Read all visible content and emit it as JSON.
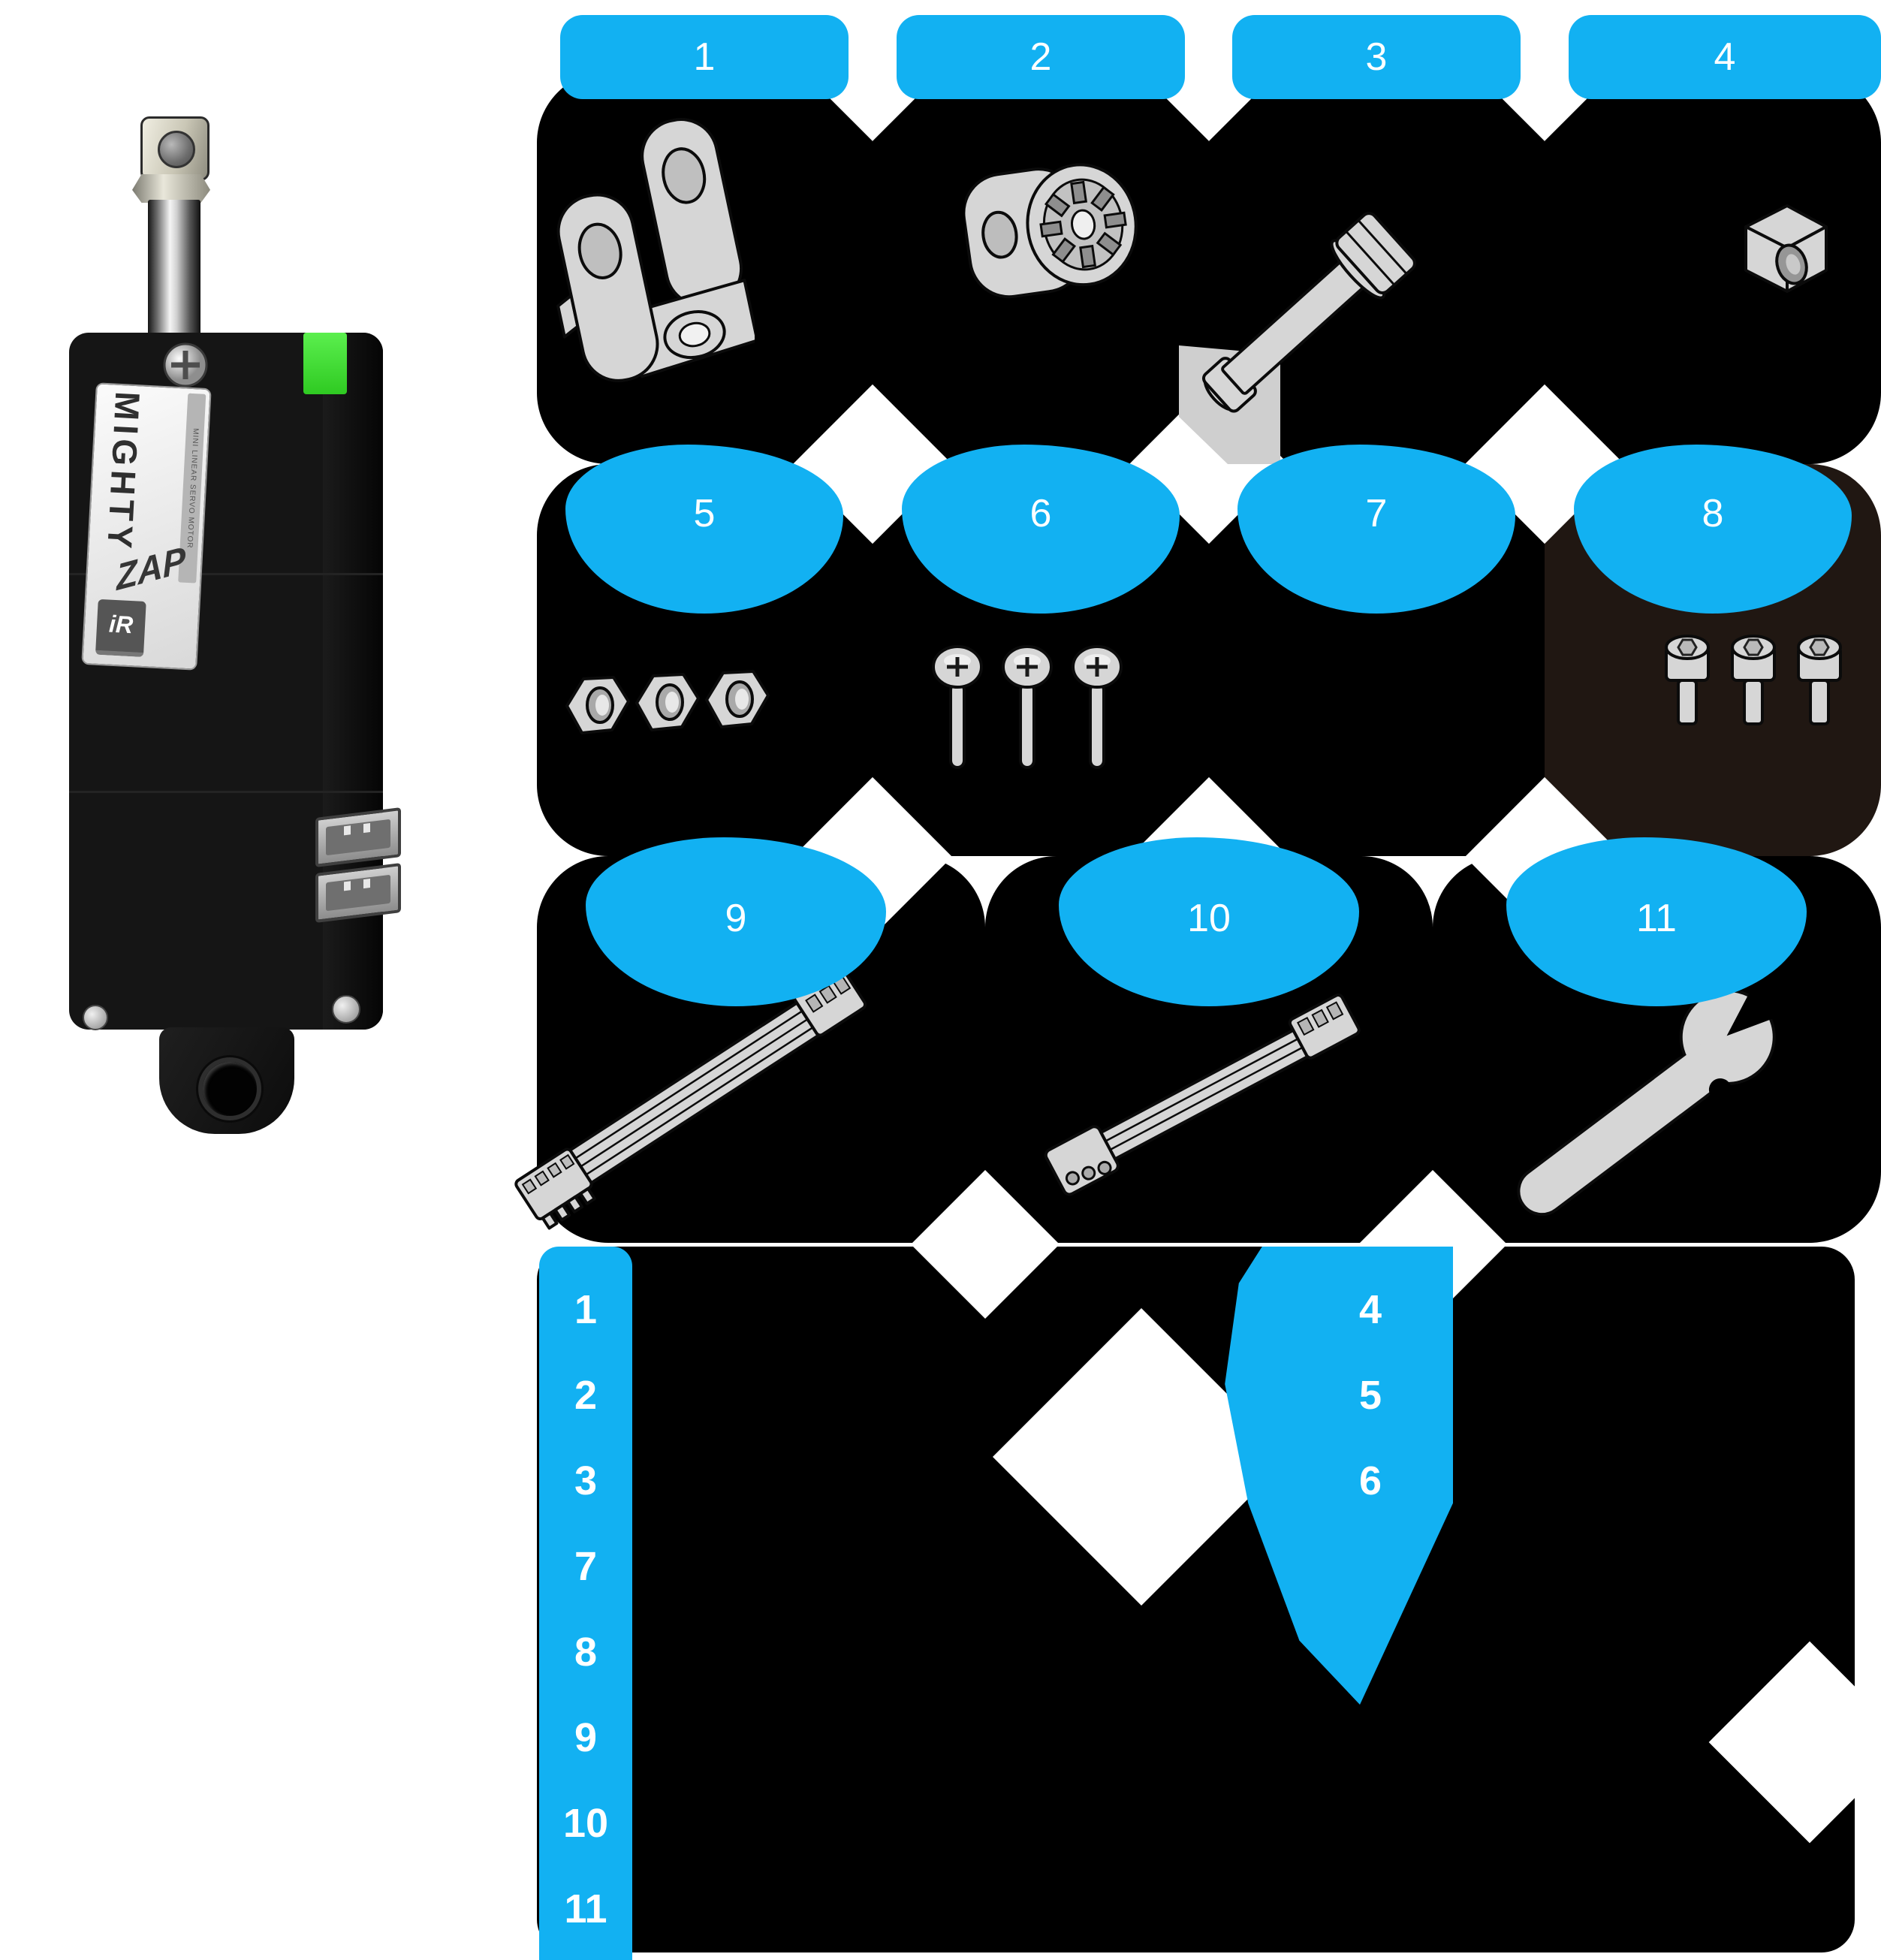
{
  "colors": {
    "accent_blue": "#12b1f2",
    "tile_black": "#000000",
    "tile_brown": "#201712",
    "part_gray": "#d6d6d6",
    "indicator_green": "#2fca22"
  },
  "product": {
    "label_brand_top": "MIGHTY",
    "label_brand_bottom": "ZAP",
    "label_sub": "MINI LINEAR SERVO MOTOR",
    "label_badge": "iR"
  },
  "grid": {
    "row1": [
      {
        "number": "1",
        "icon": "mount-bracket-pair-icon"
      },
      {
        "number": "2",
        "icon": "round-servo-mount-icon"
      },
      {
        "number": "3",
        "icon": "hex-bolt-icon"
      },
      {
        "number": "4",
        "icon": "hex-nut-icon"
      }
    ],
    "row2": [
      {
        "number": "5",
        "icon": "hex-nuts-three-icon"
      },
      {
        "number": "6",
        "icon": "pan-head-screws-icon"
      },
      {
        "number": "7",
        "icon": "hidden-part"
      },
      {
        "number": "8",
        "icon": "socket-cap-screws-icon"
      }
    ],
    "row3": [
      {
        "number": "9",
        "icon": "ribbon-cable-icon"
      },
      {
        "number": "10",
        "icon": "wire-harness-cable-icon"
      },
      {
        "number": "11",
        "icon": "wrench-icon"
      }
    ]
  },
  "legend": {
    "column1": [
      "1",
      "2",
      "3",
      "7",
      "8",
      "9",
      "10",
      "11"
    ],
    "column2": [
      "4",
      "5",
      "6"
    ]
  }
}
